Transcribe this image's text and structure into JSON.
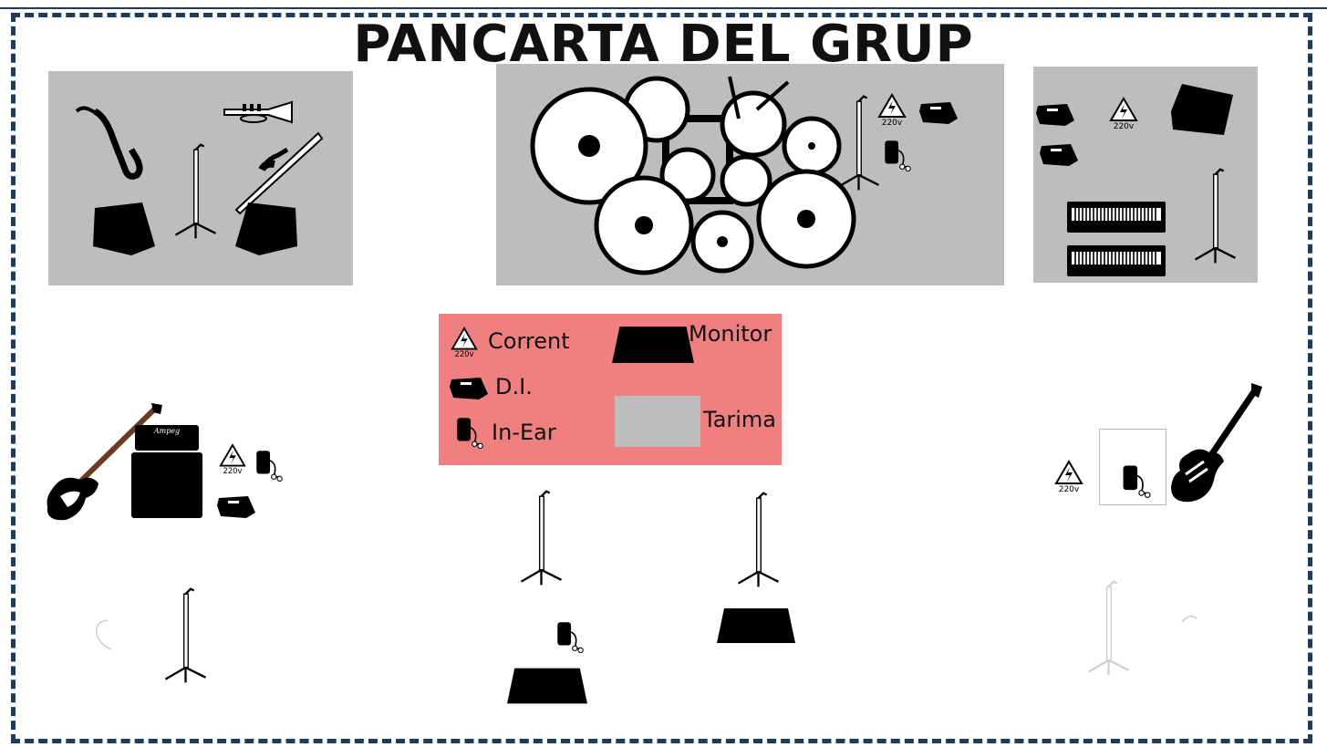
{
  "title": "PANCARTA DEL GRUP",
  "colors": {
    "frame": "#1f3a5c",
    "tarima": "#bdbdbd",
    "legend_bg": "#f08080"
  },
  "legend": {
    "corrent": "Corrent",
    "di": "D.I.",
    "in_ear": "In-Ear",
    "monitor": "Monitor",
    "tarima": "Tarima"
  },
  "power_label": "220v",
  "amp_brand": "Ampeg",
  "icons": [
    "saxophone-icon",
    "trumpet-icon",
    "trombone-icon",
    "drum-kit-icon",
    "keyboard-icon",
    "mic-stand-icon",
    "monitor-icon",
    "di-box-icon",
    "in-ear-pack-icon",
    "power-icon",
    "bass-guitar-icon",
    "electric-guitar-icon",
    "bass-amp-icon"
  ]
}
